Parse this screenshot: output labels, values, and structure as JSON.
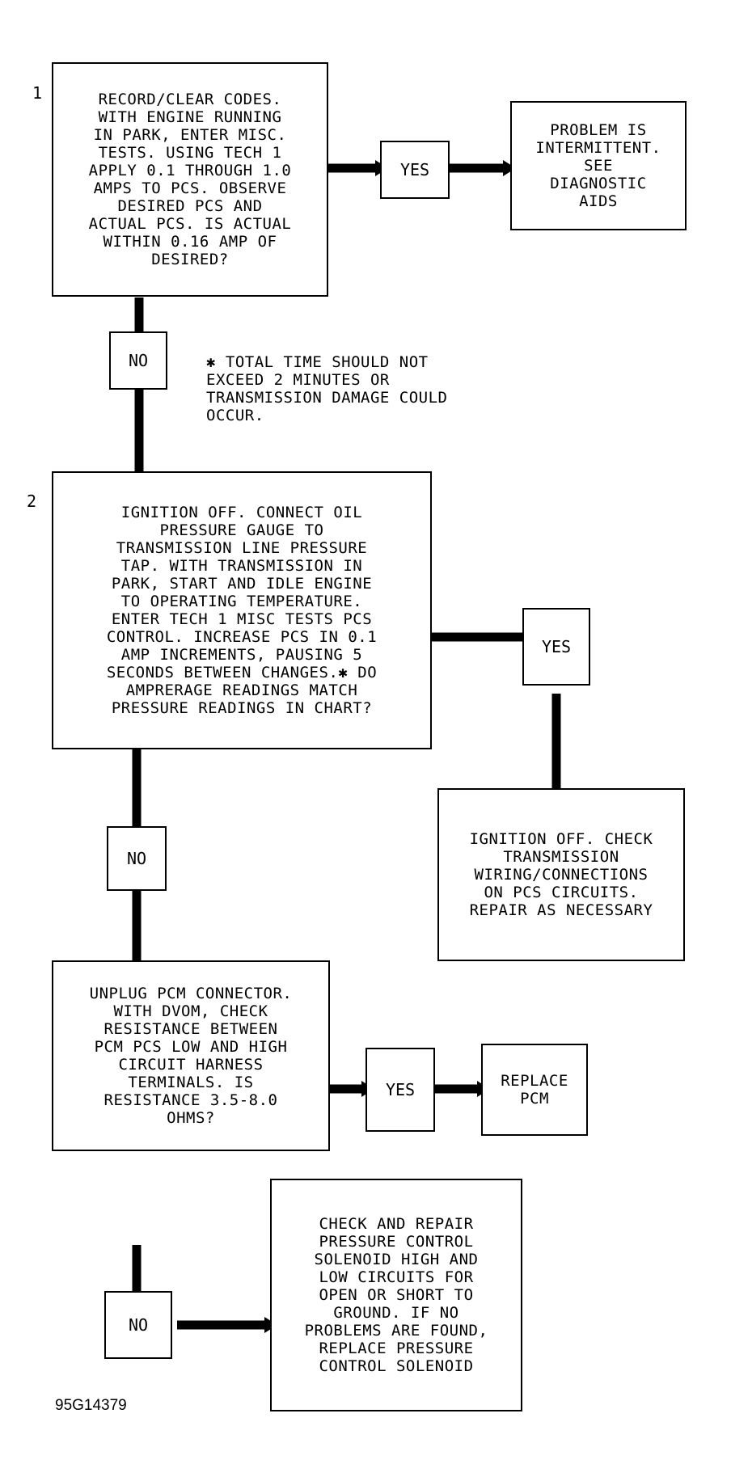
{
  "steps": [
    {
      "number": "1",
      "text": "RECORD/CLEAR CODES.\nWITH ENGINE RUNNING\nIN PARK, ENTER MISC.\nTESTS. USING TECH 1\nAPPLY 0.1 THROUGH 1.0\nAMPS TO PCS. OBSERVE\nDESIRED PCS AND\nACTUAL PCS. IS ACTUAL\nWITHIN 0.16 AMP OF\nDESIRED?"
    },
    {
      "number": "2",
      "text": "IGNITION OFF. CONNECT OIL\nPRESSURE GAUGE TO\nTRANSMISSION LINE PRESSURE\nTAP. WITH TRANSMISSION IN\nPARK, START AND IDLE ENGINE\nTO OPERATING TEMPERATURE.\nENTER TECH 1 MISC TESTS PCS\nCONTROL. INCREASE PCS IN 0.1\nAMP INCREMENTS, PAUSING 5\nSECONDS BETWEEN CHANGES.✱ DO\nAMPRERAGE READINGS MATCH\nPRESSURE READINGS IN CHART?"
    },
    {
      "number": "",
      "text": "UNPLUG PCM CONNECTOR.\nWITH DVOM, CHECK\nRESISTANCE BETWEEN\nPCM PCS LOW AND HIGH\nCIRCUIT HARNESS\nTERMINALS. IS\nRESISTANCE 3.5-8.0\nOHMS?"
    }
  ],
  "results": {
    "intermittent": "PROBLEM IS\nINTERMITTENT.\nSEE\nDIAGNOSTIC\nAIDS",
    "wiring": "IGNITION OFF. CHECK\nTRANSMISSION\nWIRING/CONNECTIONS\nON PCS CIRCUITS.\nREPAIR AS NECESSARY",
    "replace_pcm": "REPLACE\nPCM",
    "solenoid": "CHECK AND REPAIR\nPRESSURE CONTROL\nSOLENOID HIGH AND\nLOW CIRCUITS FOR\nOPEN OR SHORT TO\nGROUND. IF NO\nPROBLEMS ARE FOUND,\nREPLACE PRESSURE\nCONTROL SOLENOID"
  },
  "labels": {
    "yes": "YES",
    "no": "NO"
  },
  "note": "✱ TOTAL TIME SHOULD NOT\nEXCEED 2 MINUTES OR\nTRANSMISSION DAMAGE COULD\nOCCUR.",
  "figure_id": "95G14379"
}
